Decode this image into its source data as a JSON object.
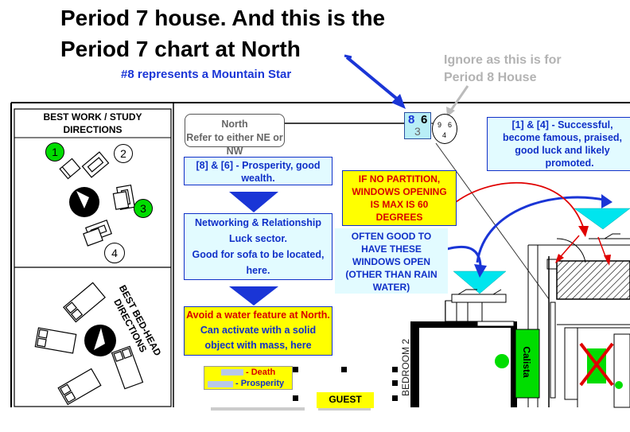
{
  "header": {
    "title_line1": "Period 7 house. And this is the",
    "title_line2": "Period 7 chart at North",
    "subtitle": "#8 represents a Mountain Star",
    "ignore_note_line1": "Ignore as this is for",
    "ignore_note_line2": "Period 8 House"
  },
  "left_panel": {
    "work_title_line1": "BEST WORK / STUDY",
    "work_title_line2": "DIRECTIONS",
    "work_numbers": [
      "1",
      "2",
      "3",
      "4"
    ],
    "bed_title": "BEST BED-HEAD DIRECTIONS"
  },
  "flow": {
    "north_line1": "North",
    "north_line2": "Refer to either NE or NW",
    "prosperity": "[8] & [6] - Prosperity, good wealth.",
    "networking_line1": "Networking & Relationship",
    "networking_line2": "Luck sector.",
    "networking_line3": "Good for sofa to be located,",
    "networking_line4": "here.",
    "water_line1": "Avoid a water feature at North.",
    "water_line2": "Can activate with a solid",
    "water_line3": "object with mass, here"
  },
  "legend": {
    "death": "- Death",
    "prosperity": "- Prosperity"
  },
  "chart": {
    "p7_mountain": "8",
    "p7_water": "6",
    "p7_base": "3",
    "p8_left": "9",
    "p8_right": "6",
    "p8_base": "4"
  },
  "notes": {
    "success_line1": "[1] & [4] - Successful,",
    "success_line2": "become famous, praised,",
    "success_line3": "good luck and likely",
    "success_line4": "promoted.",
    "partition_line1": "IF NO PARTITION,",
    "partition_line2": "WINDOWS OPENING",
    "partition_line3": "IS MAX IS 60",
    "partition_line4": "DEGREES",
    "windows_line1": "OFTEN GOOD TO",
    "windows_line2": "HAVE THESE",
    "windows_line3": "WINDOWS OPEN",
    "windows_line4": "(OTHER THAN RAIN",
    "windows_line5": "WATER)"
  },
  "floorplan": {
    "bedroom_label": "BEDROOM 2",
    "guest_label": "GUEST",
    "callista_label": "Calista"
  },
  "colors": {
    "title_blue": "#1a35d6",
    "box_border_blue": "#1030c8",
    "light_cyan": "#e2fbff",
    "yellow": "#ffff00",
    "green": "#00dd00",
    "arrow_blue": "#1a35d6",
    "arrow_red": "#e00000",
    "triangle_cyan": "#00e5ee"
  }
}
